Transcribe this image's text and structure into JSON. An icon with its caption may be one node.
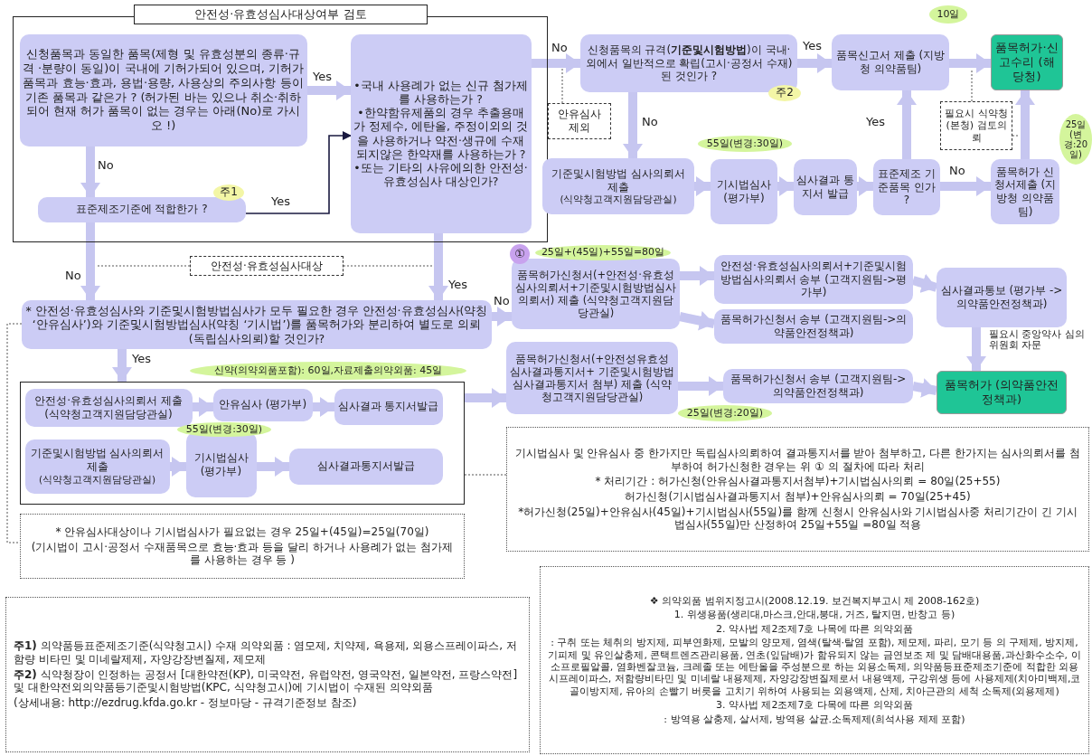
{
  "diagram": {
    "nodes": [
      {
        "text": [
          "안전성·유효성심사대상여부 검토"
        ]
      },
      {
        "text": [
          "신청품목과 동일한 품목(제형 및 유효성분의 종류·규격 ·분량이 동일)이 국내에 기허가되어 있으며, 기허가 품목과 효능·효과, 용법·용량, 사용상의 주의사항 등이 기존 품목과 같은가 ? (허가된 바는 있으나 취소·취하되어 현재 허가 품목이 없는 경우는 아래(No)로 가시오 !)"
        ],
        "in": 0
      },
      {
        "text": [
          "표준제조기준에 적합한가 ?"
        ],
        "in": 0,
        "beside": [
          "주1"
        ]
      },
      {
        "text": [
          "•국내 사용례가 없는 신규 첨가제를 사용하는가 ?",
          "•한약함유제품의 경우 추출용매가 정제수, 에탄올, 주정이외의 것을 사용하거나 약전·생규에 수재되지않은 한약재를 사용하는가 ?",
          "•또는 기타의 사유에의한 안전성·유효성심사 대상인가?"
        ],
        "in": 0
      },
      {
        "text": [
          "신청품목의 규격(**기준및시험방법**)이 국내·외에서 일반적으로 확립(고시·공정서 수재)된 것인가 ?"
        ],
        "beside": [
          "주2"
        ]
      },
      {
        "text": [
          "품목신고서 제출 (지방청 의약품팀)"
        ],
        "beside": [
          "10일"
        ]
      },
      {
        "text": [
          "품목허가·신고수리 (해당청)"
        ]
      },
      {
        "text": [
          "안유심사 제외"
        ]
      },
      {
        "text": [
          "기준및시험방법 심사의뢰서 제출",
          "(식약청고객지원담당관실)"
        ]
      },
      {
        "text": [
          "기시법심사 (평가부)"
        ],
        "beside": [
          "55일(변경:30일)"
        ]
      },
      {
        "text": [
          "심사결과 통지서 발급"
        ]
      },
      {
        "text": [
          "표준제조 기준품목 인가 ?"
        ]
      },
      {
        "text": [
          "품목허가 신청서제출 (지방청 의약품팀)"
        ],
        "beside": [
          "25일 (변경:20일)"
        ]
      },
      {
        "text": [
          "필요시 식약청(본청) 검토의뢰"
        ]
      },
      {
        "text": [
          "안전성·유효성심사대상"
        ]
      },
      {
        "text": [
          "* 안전성·유효성심사와 기준및시험방법심사가 모두 필요한 경우 안전성·유효성심사(약칭 ‘안유심사’)와 기준및시험방법심사(약칭 ‘기시법’)를 품목허가와 분리하여 별도로 의뢰(독립심사의뢰)할 것인가?"
        ]
      },
      {
        "text": [
          "품목허가신청서(+안전성·유효성심사의뢰서+기준및시험방법심사의뢰서) 제출 (식약청고객지원담당관실)"
        ],
        "beside": [
          "①",
          "25일+(45일)+55일=80일"
        ]
      },
      {
        "text": [
          "안전성·유효성심사의뢰서+기준및시험방법심사의뢰서 송부 (고객지원팀->평가부)"
        ]
      },
      {
        "text": [
          "품목허가신청서 송부 (고객지원팀->의약품안전정책과)"
        ]
      },
      {
        "text": [
          "심사결과통보 (평가부 -> 의약품안전정책과)"
        ]
      },
      {
        "text": [
          "품목허가 (의약품안전정책과)"
        ]
      },
      {
        "text": [
          "품목허가신청서(+안전성유효성 심사결과통지서+ 기준및시험방법심사결과통지서 첨부) 제출 (식약청고객지원담당관실)"
        ],
        "beside": [
          "25일(변경:20일)"
        ]
      },
      {
        "text": [
          "품목허가신청서 송부 (고객지원팀->의약품안전정책과)"
        ]
      },
      {
        "text": [],
        "shape": "box"
      },
      {
        "text": [
          "안전성·유효성심사의뢰서 제출(식약청고객지원담당관실)"
        ],
        "in": 23
      },
      {
        "text": [
          "안유심사 (평가부)"
        ],
        "in": 23,
        "beside": [
          "신약(의약외품포함): 60일,자료제출의약외품: 45일"
        ]
      },
      {
        "text": [
          "심사결과 통지서발급"
        ],
        "in": 23
      },
      {
        "text": [
          "기준및시험방법 심사의뢰서 제출",
          "(식약청고객지원담당관실)"
        ],
        "in": 23
      },
      {
        "text": [
          "기시법심사 (평가부)"
        ],
        "in": 23,
        "beside": [
          "55일(변경:30일)"
        ]
      },
      {
        "text": [
          "심사결과통지서발급"
        ],
        "in": 23
      },
      {
        "text": [
          "* 안유심사대상이나 기시법심사가 필요없는 경우 25일+(45일)=25일(70일)",
          "(기시법이 고시·공정서 수재품목으로 효능·효과 등을 달리 하거나 사용례가 없는 첨가제를 사용하는 경우 등 )"
        ]
      },
      {
        "text": [
          "기시법심사 및 안유심사 중 한가지만 독립심사의뢰하여 결과통지서를 받아 첨부하고, 다른 한가지는 심사의뢰서를 첨부하여 허가신청한 경우는 위 ① 의 절차에 따라 처리",
          "* 처리기간 : 허가신청(안유심사결과통지서첨부)+기시법심사의뢰 = 80일(25+55)",
          "허가신청(기시법심사결과통지서 첨부)+안유심사의뢰 = 70일(25+45)",
          "*허가신청(25일)+안유심사(45일)+기시법심사(55일)를 함께 신청시 안유심사와 기시법심사중 처리기간이 긴 기시법심사(55일)만 산정하여 25일+55일 =80일 적용"
        ]
      },
      {
        "text": [
          "**주1)** 의약품등표준제조기준(식약청고시) 수재 의약외품 : 염모제, 치약제, 욕용제, 외용스프레이파스, 저함량 비타민 및 미네랄제제, 자양강장변질제, 제모제",
          "**주2)** 식약청장이 인정하는 공정서 [대한약전(KP), 미국약전, 유럽약전, 영국약전, 일본약전, 프랑스약전] 및 대한약전외의약품등기준및시험방법(KPC, 식약청고시)에 기시법이 수재된 의약외품",
          "(상세내용: http://ezdrug.kfda.go.kr - 정보마당 - 규격기준정보 참조)"
        ]
      },
      {
        "text": [
          "❖ 의약외품 범위지정고시(2008.12.19. 보건복지부고시 제 2008-162호)",
          "1. 위생용품(생리대,마스크,안대,붕대, 거즈, 탈지면, 반창고 등)",
          "2. 약사법 제2조제7호 나목에 따른 의약외품",
          ": 구취 또는 체취의 방지제, 피부연화제, 모발의 양모제, 염색(탈색·탈염 포함), 제모제, 파리, 모기 등 의 구제제, 방지제, 기피제 및 유인살충제, 콘택트렌즈관리용품, 연초(잎담배)가 함유되지 않는 금연보조 제 및 담배대용품,과산화수소수, 이소프로필알콜, 염화벤잘코늄, 크레졸 또는 에탄올을 주성분으로 하는 외용소독제, 의약품등표준제조기준에 적합한 외용시프레이파스, 저함량비타민 및 미네랄 내용제제, 자양강장변질제로서 내용액제, 구강위생 등에 사용제제(치아미백제,코골이방지제, 유아의 손빨기 버릇을 고치기 위하여 사용되는 외용액제, 산제, 치아근관의 세척 소독제(외용제제)",
          "3. 약사법 제2조제7호 다목에 따른 의약외품",
          ": 방역용 살충제, 살서제, 방역용 살균.소독제제(희석사용 제제 포함)"
        ]
      }
    ],
    "edges": [
      {
        "from": 1,
        "to": 3,
        "arrow": "to",
        "label": "Yes"
      },
      {
        "from": 1,
        "to": 2,
        "arrow": "to",
        "label": "No"
      },
      {
        "from": 2,
        "to": 3,
        "arrow": "to",
        "label": "Yes",
        "color": "#1a1a40"
      },
      {
        "from": 3,
        "to": 4,
        "arrow": "to",
        "label": "No"
      },
      {
        "from": 4,
        "to": 5,
        "arrow": "to",
        "label": "Yes"
      },
      {
        "from": 5,
        "to": 6,
        "arrow": "to"
      },
      {
        "from": 4,
        "to": 8,
        "arrow": "to",
        "label": "No"
      },
      {
        "from": 8,
        "to": 9,
        "arrow": "to"
      },
      {
        "from": 9,
        "to": 10,
        "arrow": "to"
      },
      {
        "from": 10,
        "to": 11,
        "arrow": "to"
      },
      {
        "from": 11,
        "to": 12,
        "arrow": "to",
        "label": "No"
      },
      {
        "from": 11,
        "to": 5,
        "arrow": "to",
        "label": "Yes"
      },
      {
        "from": 12,
        "to": 6,
        "arrow": "to"
      },
      {
        "from": 7,
        "to": null,
        "arrow": "none",
        "style": "dashed",
        "color": "#555555"
      },
      {
        "from": 13,
        "to": null,
        "arrow": "none",
        "style": "dashed",
        "color": "#555555"
      },
      {
        "from": 13,
        "to": null,
        "arrow": "none",
        "style": "dashed",
        "color": "#555555"
      },
      {
        "from": 2,
        "to": 15,
        "arrow": "to",
        "label": "No"
      },
      {
        "from": 3,
        "to": 15,
        "arrow": "to",
        "label": "Yes"
      },
      {
        "from": 14,
        "to": null,
        "arrow": "none",
        "style": "dashed",
        "color": "#555555"
      },
      {
        "from": 14,
        "to": null,
        "arrow": "none",
        "style": "dashed",
        "color": "#555555"
      },
      {
        "from": 15,
        "to": 30,
        "arrow": "none",
        "style": "dashed",
        "color": "#555555"
      },
      {
        "from": 15,
        "to": 16,
        "arrow": "to",
        "label": "No"
      },
      {
        "from": 15,
        "to": 23,
        "arrow": "to",
        "label": "Yes"
      },
      {
        "from": 16,
        "to": 17,
        "arrow": "to"
      },
      {
        "from": 16,
        "to": 18,
        "arrow": "to"
      },
      {
        "from": 17,
        "to": 19,
        "arrow": "to"
      },
      {
        "from": 19,
        "to": 20,
        "arrow": "to",
        "label": "필요시 중앙약사 심의위원회 자문"
      },
      {
        "from": 21,
        "to": 22,
        "arrow": "to"
      },
      {
        "from": 22,
        "to": 20,
        "arrow": "to"
      },
      {
        "from": 23,
        "to": 21,
        "arrow": "to"
      },
      {
        "from": 23,
        "to": 31,
        "arrow": "none",
        "style": "dashed",
        "color": "#555555"
      },
      {
        "from": 24,
        "to": 25,
        "arrow": "to"
      },
      {
        "from": 25,
        "to": 26,
        "arrow": "to"
      },
      {
        "from": 27,
        "to": 28,
        "arrow": "to"
      },
      {
        "from": 28,
        "to": 29,
        "arrow": "to"
      }
    ]
  }
}
